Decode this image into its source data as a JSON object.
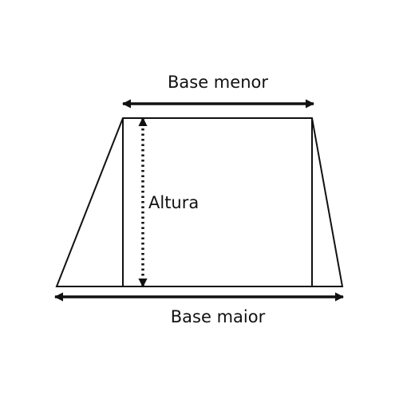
{
  "labels": {
    "top_base": "Base menor",
    "height": "Altura",
    "bottom_base": "Base maior"
  },
  "colors": {
    "stroke": "#111111",
    "background": "#ffffff"
  }
}
